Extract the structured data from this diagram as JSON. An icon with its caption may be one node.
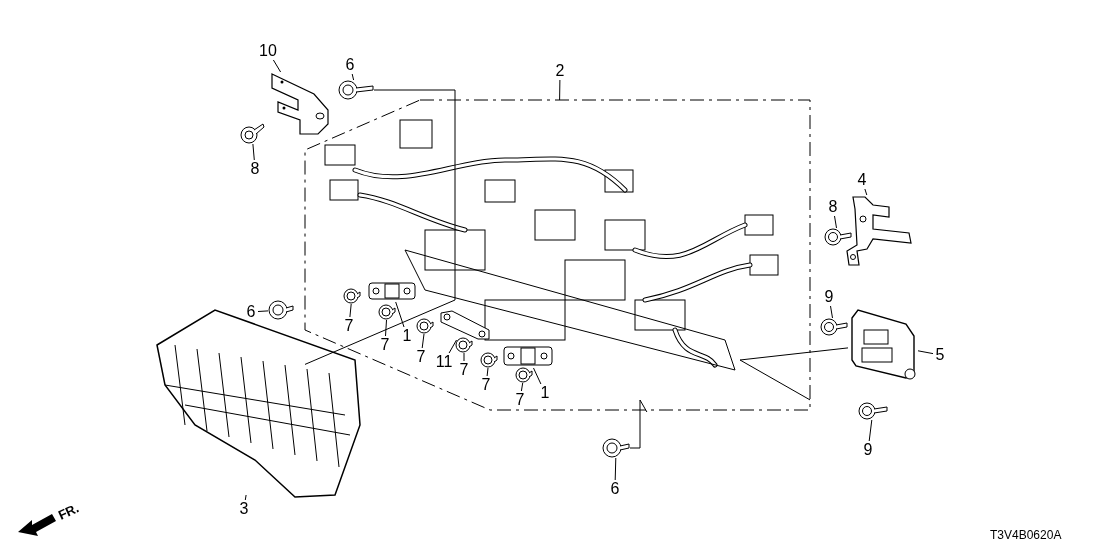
{
  "diagram": {
    "nodes": [
      {
        "text": [
          "10"
        ]
      },
      {
        "text": [],
        "shape": "picture"
      },
      {
        "text": [
          "6"
        ]
      },
      {
        "text": [],
        "shape": "picture"
      },
      {
        "text": [
          "2"
        ]
      },
      {
        "text": [],
        "shape": "picture"
      },
      {
        "text": [
          "8"
        ]
      },
      {
        "text": [],
        "shape": "picture"
      },
      {
        "text": [
          "4"
        ]
      },
      {
        "text": [],
        "shape": "picture"
      },
      {
        "text": [
          "8"
        ]
      },
      {
        "text": [],
        "shape": "picture"
      },
      {
        "text": [
          "6"
        ]
      },
      {
        "text": [],
        "shape": "picture"
      },
      {
        "text": [
          "7"
        ],
        "in": 5
      },
      {
        "text": [],
        "shape": "picture",
        "in": 5
      },
      {
        "text": [
          "7"
        ],
        "in": 5
      },
      {
        "text": [],
        "shape": "picture",
        "in": 5
      },
      {
        "text": [
          "1"
        ],
        "in": 5
      },
      {
        "text": [],
        "shape": "picture",
        "in": 5
      },
      {
        "text": [
          "7"
        ],
        "in": 5
      },
      {
        "text": [],
        "shape": "picture",
        "in": 5
      },
      {
        "text": [
          "11"
        ],
        "in": 5
      },
      {
        "text": [],
        "shape": "picture",
        "in": 5
      },
      {
        "text": [
          "7"
        ],
        "in": 5
      },
      {
        "text": [],
        "shape": "picture",
        "in": 5
      },
      {
        "text": [
          "7"
        ],
        "in": 5
      },
      {
        "text": [],
        "shape": "picture",
        "in": 5
      },
      {
        "text": [
          "7"
        ],
        "in": 5
      },
      {
        "text": [],
        "shape": "picture",
        "in": 5
      },
      {
        "text": [
          "1"
        ],
        "in": 5
      },
      {
        "text": [],
        "shape": "picture",
        "in": 5
      },
      {
        "text": [
          "9"
        ]
      },
      {
        "text": [],
        "shape": "picture"
      },
      {
        "text": [
          "5"
        ]
      },
      {
        "text": [],
        "shape": "picture"
      },
      {
        "text": [
          "9"
        ]
      },
      {
        "text": [],
        "shape": "picture"
      },
      {
        "text": [
          "3"
        ]
      },
      {
        "text": [],
        "shape": "picture"
      },
      {
        "text": [
          "6"
        ]
      },
      {
        "text": [],
        "shape": "picture"
      }
    ],
    "edges": [
      {
        "from": 0,
        "to": 1,
        "arrow": "none"
      },
      {
        "from": 2,
        "to": 3,
        "arrow": "none"
      },
      {
        "from": 4,
        "to": 5,
        "arrow": "none"
      },
      {
        "from": 6,
        "to": 7,
        "arrow": "none"
      },
      {
        "from": 8,
        "to": 9,
        "arrow": "none"
      },
      {
        "from": 10,
        "to": 11,
        "arrow": "none"
      },
      {
        "from": 12,
        "to": 13,
        "arrow": "none"
      },
      {
        "from": 14,
        "to": 15,
        "arrow": "none"
      },
      {
        "from": 16,
        "to": 17,
        "arrow": "none"
      },
      {
        "from": 18,
        "to": 19,
        "arrow": "none"
      },
      {
        "from": 20,
        "to": 21,
        "arrow": "none"
      },
      {
        "from": 22,
        "to": 23,
        "arrow": "none"
      },
      {
        "from": 24,
        "to": 25,
        "arrow": "none"
      },
      {
        "from": 26,
        "to": 27,
        "arrow": "none"
      },
      {
        "from": 28,
        "to": 29,
        "arrow": "none"
      },
      {
        "from": 30,
        "to": 31,
        "arrow": "none"
      },
      {
        "from": 32,
        "to": 33,
        "arrow": "none"
      },
      {
        "from": 34,
        "to": 35,
        "arrow": "none"
      },
      {
        "from": 36,
        "to": 37,
        "arrow": "none"
      },
      {
        "from": 38,
        "to": 39,
        "arrow": "none"
      },
      {
        "from": 40,
        "to": 41,
        "arrow": "none"
      },
      {
        "from": 3,
        "to": 5,
        "arrow": "none"
      },
      {
        "from": 41,
        "to": 5,
        "arrow": "none"
      },
      {
        "from": 35,
        "to": 5,
        "arrow": "none"
      }
    ],
    "labels": [
      "FR.",
      "T3V4B0620A"
    ]
  }
}
